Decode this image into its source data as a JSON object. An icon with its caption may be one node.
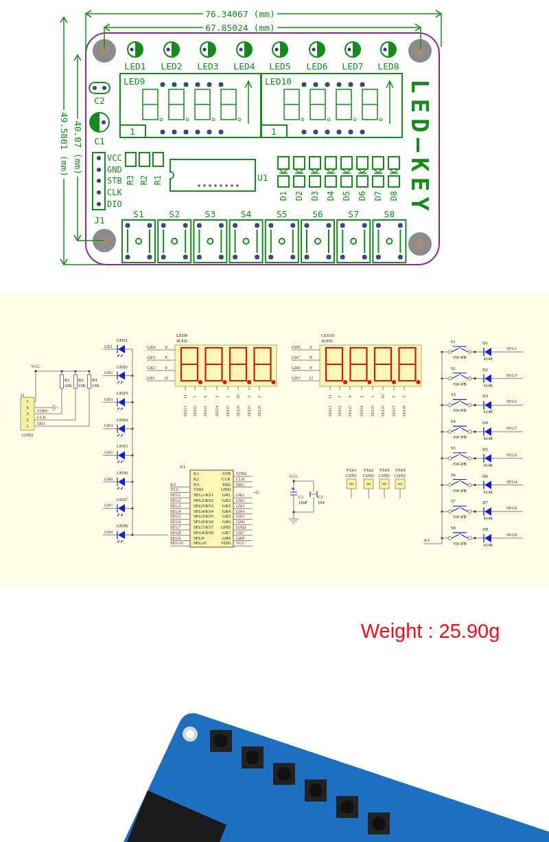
{
  "diagram": {
    "labels": [
      "76.34067 (mm)",
      "67.85024 (mm)",
      "49.5801 (mm)",
      "40.07 (mm)",
      "LED1",
      "LED2",
      "LED3",
      "LED4",
      "LED5",
      "LED6",
      "LED7",
      "LED8",
      "LED9",
      "1",
      "LED10",
      "1",
      "C2",
      "C1",
      "VCC",
      "GND",
      "STB",
      "CLK",
      "DIO",
      "J1",
      "R3",
      "R2",
      "R1",
      "U1",
      "D1",
      "D2",
      "D3",
      "D4",
      "D5",
      "D6",
      "D7",
      "D8",
      "S1",
      "S2",
      "S3",
      "S4",
      "S5",
      "S6",
      "S7",
      "S8",
      "LED—KEY",
      "VCC",
      "R1",
      "10K",
      "R2",
      "10K",
      "R3",
      "10K",
      "J1",
      "5",
      "4",
      "3",
      "2",
      "1",
      "STB0",
      "CLK",
      "DIO",
      "CON5",
      "LED1",
      "GR1",
      "LED2",
      "GR2",
      "LED3",
      "GR3",
      "LED4",
      "GR4",
      "LED5",
      "GR5",
      "LED6",
      "GR6",
      "LED7",
      "GR7",
      "LED8",
      "GR8",
      "LED9",
      "4LED",
      "GR4",
      "6",
      "GR3",
      "8",
      "GR2",
      "9",
      "GR1",
      "12",
      "11",
      "7",
      "4",
      "2",
      "1",
      "10",
      "5",
      "3",
      "SEG1",
      "SEG2",
      "SEG3",
      "SEG4",
      "SEG5",
      "SEG6",
      "SEG7",
      "SEG8",
      "LED10",
      "4LED",
      "GR8",
      "6",
      "GR7",
      "8",
      "GR6",
      "9",
      "GR5",
      "12",
      "11",
      "7",
      "4",
      "2",
      "1",
      "10",
      "5",
      "3",
      "SEG1",
      "SEG2",
      "SEG3",
      "SEG4",
      "SEG5",
      "SEG6",
      "SEG7",
      "SEG8",
      "S1",
      "D1",
      "SEG1",
      "SW-PB",
      "4148",
      "S2",
      "D2",
      "SEG3",
      "SW-PB",
      "4148",
      "S3",
      "D3",
      "SEG5",
      "SW-PB",
      "4148",
      "S4",
      "D4",
      "SEG7",
      "SW-PB",
      "4148",
      "S5",
      "D5",
      "SEG2",
      "SW-PB",
      "4148",
      "S6",
      "D6",
      "SEG4",
      "SW-PB",
      "4148",
      "S7",
      "D7",
      "SEG6",
      "SW-PB",
      "4148",
      "S8",
      "D8",
      "SEG8",
      "SW-PB",
      "4148",
      "K3",
      "U1",
      "K1",
      "K2",
      "K3",
      "VDO",
      "SEG1/KS1",
      "SEG2/KS2",
      "SEG3/KS3",
      "SEG4/KS4",
      "SEG5/KS5",
      "SEG6/KS6",
      "SEG7/KS7",
      "SEG8/KS8",
      "SEG9",
      "SEG10",
      "STB",
      "CLK",
      "DIO",
      "GND",
      "GR1",
      "GR2",
      "GR3",
      "GR4",
      "GR5",
      "GR6",
      "GND",
      "GR7",
      "GR8",
      "VDD",
      "K3",
      "VCC",
      "SEG1",
      "SEG2",
      "SEG3",
      "SEG4",
      "SEG5",
      "SEG6",
      "SEG7",
      "SEG8",
      "SEG9",
      "SEG10",
      "STB0",
      "CLK",
      "DIO",
      "GR1",
      "GR2",
      "GR3",
      "GR4",
      "GR5",
      "GR6",
      "GND",
      "GR7",
      "GR8",
      "VCC",
      "VCC",
      "C1",
      "10uF",
      "C2",
      "104",
      "VIA1",
      "CON1",
      "VIA2",
      "CON1",
      "VIA3",
      "CON1",
      "VIA4",
      "CON1",
      "Weight : 25.90g"
    ]
  }
}
